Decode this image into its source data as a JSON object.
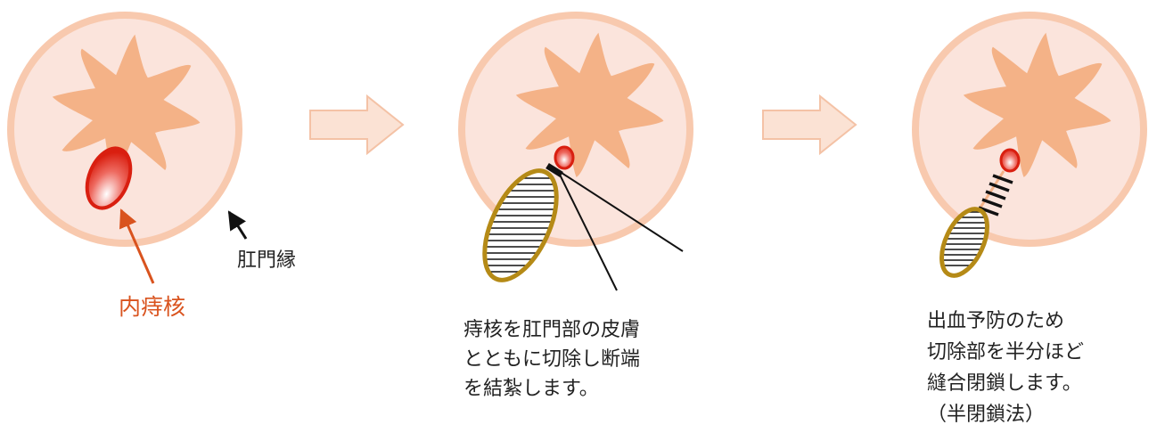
{
  "colors": {
    "disc_fill": "#fbe4dc",
    "disc_ring": "#f8c9ae",
    "star_fill": "#f4b287",
    "hemorrhoid_red": "#d91f10",
    "hemorrhoid_highlight": "#ffffff",
    "pedicle_outline": "#b58a16",
    "hatch": "#111111",
    "arrow_fill": "#fbe2d4",
    "arrow_stroke": "#f4c2a6",
    "label_red": "#d9531e",
    "pointer_black": "#111111"
  },
  "labels": {
    "hemorrhoid": "内痔核",
    "anal_verge": "肛門縁"
  },
  "step2": {
    "lines": [
      "痔核を肛門部の皮膚",
      "とともに切除し断端",
      "を結紮します。"
    ]
  },
  "step3": {
    "lines": [
      "出血予防のため",
      "切除部を半分ほど",
      "縫合閉鎖します。",
      "（半閉鎖法）"
    ]
  },
  "icons": {
    "flow_arrows": "right-block-arrow",
    "pointer_arrows": "line-arrow"
  }
}
